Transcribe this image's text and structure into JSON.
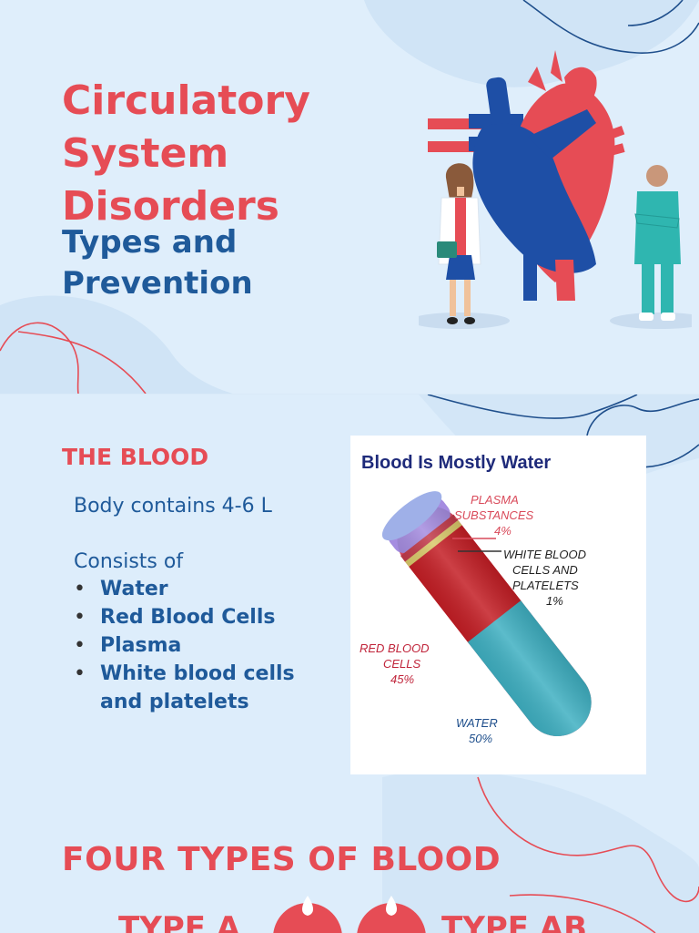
{
  "slide1": {
    "title_lines": [
      "Circulatory",
      "System",
      "Disorders"
    ],
    "subtitle_lines": [
      "Types and",
      "Prevention"
    ]
  },
  "slide2": {
    "heading": "THE BLOOD",
    "body_line": "Body contains 4-6 L",
    "consists_label": "Consists of",
    "bullets": [
      "Water",
      "Red Blood Cells",
      "Plasma",
      "White blood cells and platelets"
    ],
    "figure": {
      "title": "Blood Is Mostly Water",
      "labels": {
        "plasma": [
          "PLASMA",
          "SUBSTANCES",
          "4%"
        ],
        "wbc": [
          "WHITE BLOOD",
          "CELLS AND",
          "PLATELETS",
          "1%"
        ],
        "rbc": [
          "RED BLOOD",
          "CELLS",
          "45%"
        ],
        "water": [
          "WATER",
          "50%"
        ]
      }
    },
    "section_heading": "FOUR TYPES OF BLOOD",
    "type_labels": [
      "TYPE A",
      "TYPE AB"
    ]
  },
  "colors": {
    "accent_red": "#e64c55",
    "text_blue": "#1f5a9a",
    "background": "#dfeefb"
  }
}
